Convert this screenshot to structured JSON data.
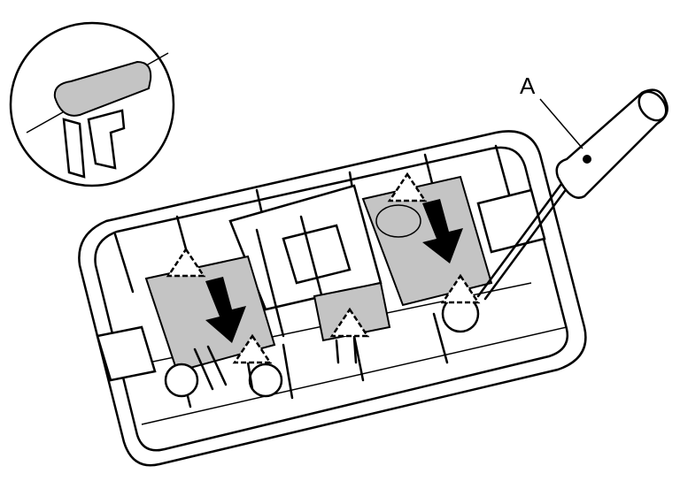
{
  "diagram": {
    "callouts": [
      {
        "id": "A",
        "label": "A",
        "target": "screwdriver"
      }
    ],
    "elements": [
      "lamp-housing-tray",
      "switch-left",
      "switch-right",
      "screwdriver",
      "detail-inset-clip",
      "warning-triangle",
      "press-arrow"
    ],
    "colors": {
      "line": "#000000",
      "shading": "#c4c4c4",
      "background": "#ffffff"
    }
  }
}
